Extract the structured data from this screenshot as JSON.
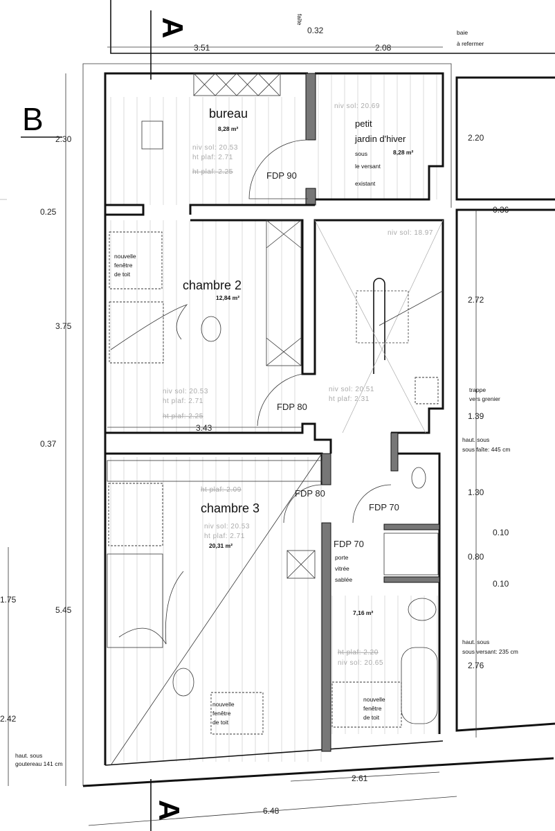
{
  "section_marks": {
    "a_top": "A",
    "a_bottom": "A",
    "b": "B"
  },
  "top_dims": {
    "d1": "3.51",
    "faite": "faîte",
    "d2": "0.32",
    "d3": "2.08",
    "baie_1": "baie",
    "baie_2": "à refermer"
  },
  "left_dims": {
    "d1": "2.30",
    "d2": "0.25",
    "d3": "3.75",
    "d4": "0.37",
    "d5": "5.45",
    "d6": "1.75",
    "d7": "2.42"
  },
  "right_dims": {
    "d1": "2.20",
    "d2": "0.36",
    "d3": "2.72",
    "d4": "1.39",
    "d5": "1.30",
    "d6": "0.10",
    "d7": "0.80",
    "d8": "0.10",
    "d9": "2.76"
  },
  "bottom_dims": {
    "d1": "2.61",
    "d2": "6.48",
    "c2_width": "3.43"
  },
  "heights": {
    "faite_1": "haut. sous",
    "faite_2": "sous faîte: 445 cm",
    "versant_1": "haut. sous",
    "versant_2": "sous versant: 235 cm",
    "gout_1": "haut. sous",
    "gout_2": "goutereau 141 cm"
  },
  "rooms": {
    "bureau": {
      "name": "bureau",
      "area": "8,28 m²",
      "niv": "niv sol: 20.53",
      "plaf": "ht plaf: 2.71",
      "plaf_old": "ht plaf: 2.25",
      "door": "FDP 90"
    },
    "jardin": {
      "l1": "petit",
      "l2": "jardin d'hiver",
      "l3": "sous",
      "l4": "le versant",
      "l5": "existant",
      "area": "8,28 m²",
      "niv": "niv sol: 20.69"
    },
    "chambre2": {
      "name": "chambre 2",
      "area": "12,84 m²",
      "win_1": "nouvelle",
      "win_2": "fenêtre",
      "win_3": "de toit",
      "niv": "niv sol: 20.53",
      "plaf": "ht plaf: 2.71",
      "plaf_old": "ht plaf: 2.25",
      "door": "FDP 80"
    },
    "stair": {
      "niv_low": "niv sol: 18.97",
      "niv": "niv sol: 20.51",
      "plaf": "ht plaf: 2.31",
      "trap_1": "trappe",
      "trap_2": "vers grenier"
    },
    "chambre3": {
      "name": "chambre 3",
      "area": "20,31 m²",
      "plaf_old": "ht plaf: 2.09",
      "niv": "niv sol: 20.53",
      "plaf": "ht plaf: 2.71",
      "door": "FDP 80",
      "win_1": "nouvelle",
      "win_2": "fenêtre",
      "win_3": "de toit"
    },
    "wc": {
      "door": "FDP 70"
    },
    "bath": {
      "door": "FDP 70",
      "p1": "porte",
      "p2": "vitrée",
      "p3": "sablée",
      "area": "7,16 m²",
      "plaf": "ht plaf: 2.20",
      "niv": "niv sol: 20.65",
      "win_1": "nouvelle",
      "win_2": "fenêtre",
      "win_3": "de toit"
    }
  }
}
